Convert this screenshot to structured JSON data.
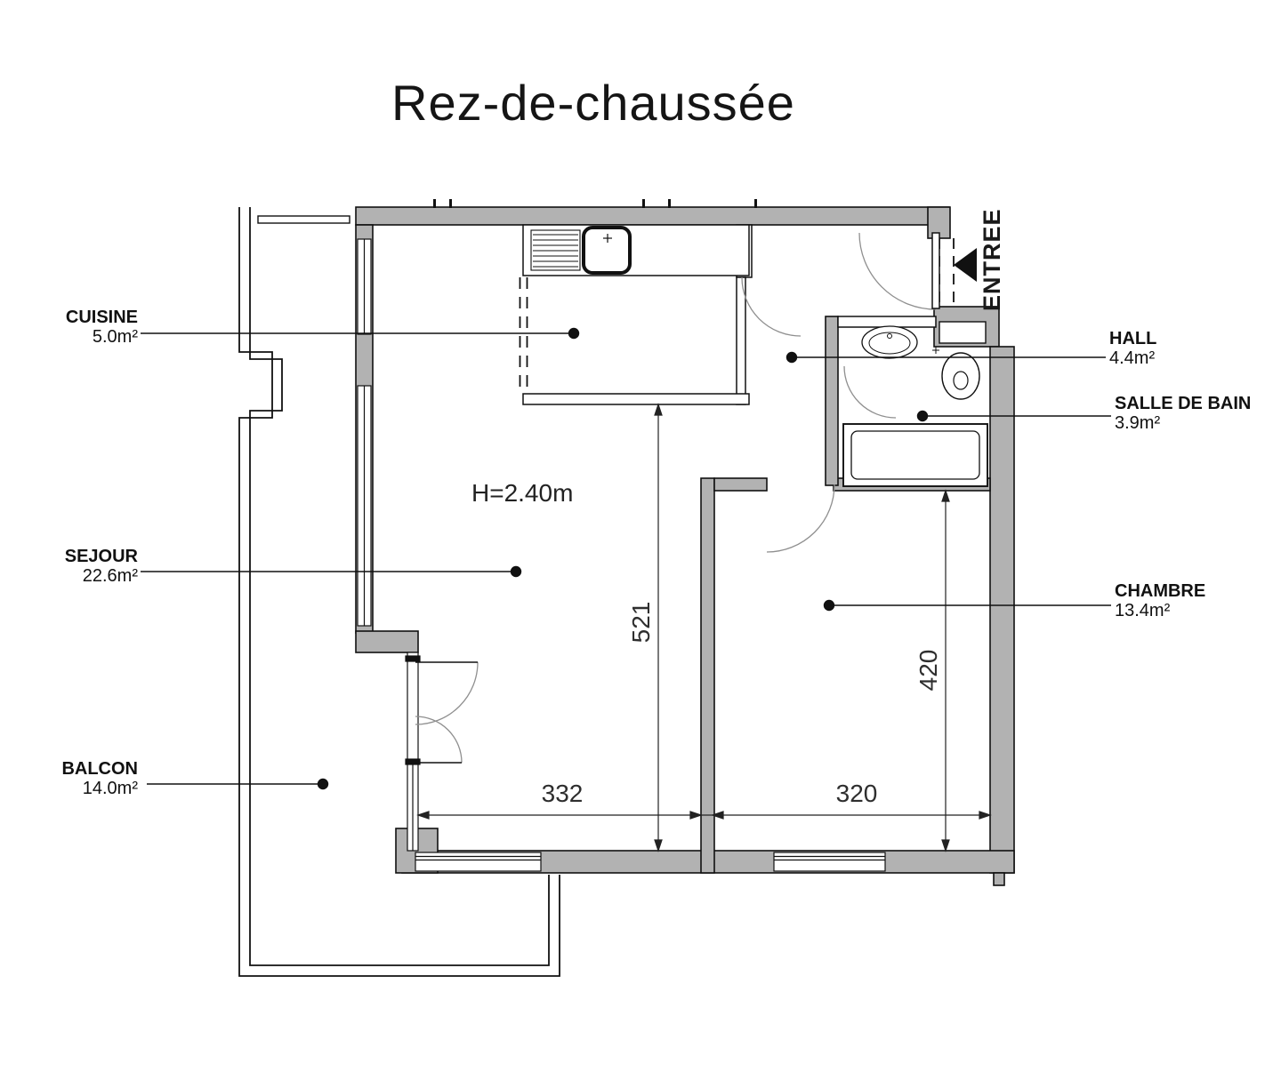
{
  "title": "Rez-de-chaussée",
  "entry": {
    "label": "ENTREE"
  },
  "ceiling_height": "H=2.40m",
  "rooms": [
    {
      "id": "cuisine",
      "name": "CUISINE",
      "area": "5.0m²"
    },
    {
      "id": "sejour",
      "name": "SEJOUR",
      "area": "22.6m²"
    },
    {
      "id": "balcon",
      "name": "BALCON",
      "area": "14.0m²"
    },
    {
      "id": "hall",
      "name": "HALL",
      "area": "4.4m²"
    },
    {
      "id": "salle-de-bain",
      "name": "SALLE DE BAIN",
      "area": "3.9m²"
    },
    {
      "id": "chambre",
      "name": "CHAMBRE",
      "area": "13.4m²"
    }
  ],
  "dimensions": {
    "sejour_depth": "521",
    "chambre_depth": "420",
    "sejour_width": "332",
    "chambre_width": "320"
  },
  "colors": {
    "wall_fill": "#b2b2b2",
    "line": "#1a1a1a",
    "background": "#ffffff"
  }
}
